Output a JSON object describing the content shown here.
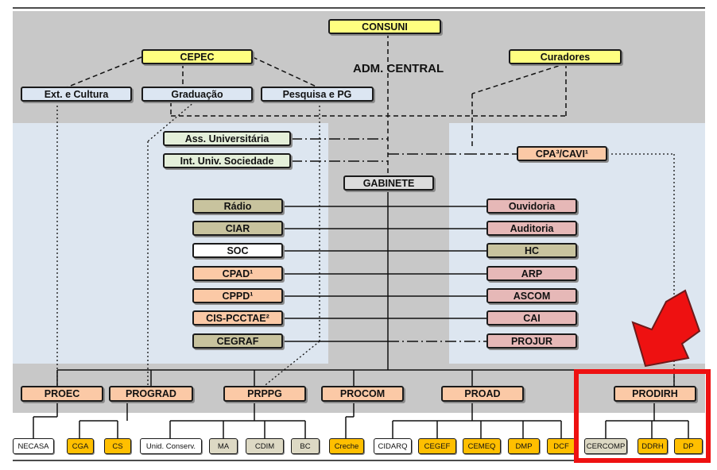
{
  "region_label": "ADM. CENTRAL",
  "top": {
    "consuni": "CONSUNI",
    "cepec": "CEPEC",
    "curadores": "Curadores",
    "ext_cultura": "Ext. e Cultura",
    "graduacao": "Graduação",
    "pesquisa_pg": "Pesquisa e PG"
  },
  "middle": {
    "ass_universitaria": "Ass. Universitária",
    "int_univ_sociedade": "Int. Univ. Sociedade",
    "cpa_cavi": "CPA³/CAVI¹",
    "gabinete": "GABINETE"
  },
  "left_column": [
    "Rádio",
    "CIAR",
    "SOC",
    "CPAD¹",
    "CPPD¹",
    "CIS-PCCTAE²",
    "CEGRAF"
  ],
  "right_column": [
    "Ouvidoria",
    "Auditoria",
    "HC",
    "ARP",
    "ASCOM",
    "CAI",
    "PROJUR"
  ],
  "pro_reitorias": {
    "proec": "PROEC",
    "prograd": "PROGRAD",
    "prppg": "PRPPG",
    "procom": "PROCOM",
    "proad": "PROAD",
    "prodirh": "PRODIRH"
  },
  "bottom_units": {
    "necasa": "NECASA",
    "cga": "CGA",
    "cs": "CS",
    "unid_conserv": "Unid. Conserv.",
    "ma": "MA",
    "cdim": "CDIM",
    "bc": "BC",
    "creche": "Creche",
    "cidarq": "CIDARQ",
    "cegef": "CEGEF",
    "cemeq": "CEMEQ",
    "dmp": "DMP",
    "dcf": "DCF",
    "cercomp": "CERCOMP",
    "ddrh": "DDRH",
    "dp": "DP"
  },
  "colors": {
    "highlight": "#ee1111",
    "background_gray": "#c8c8c8"
  }
}
